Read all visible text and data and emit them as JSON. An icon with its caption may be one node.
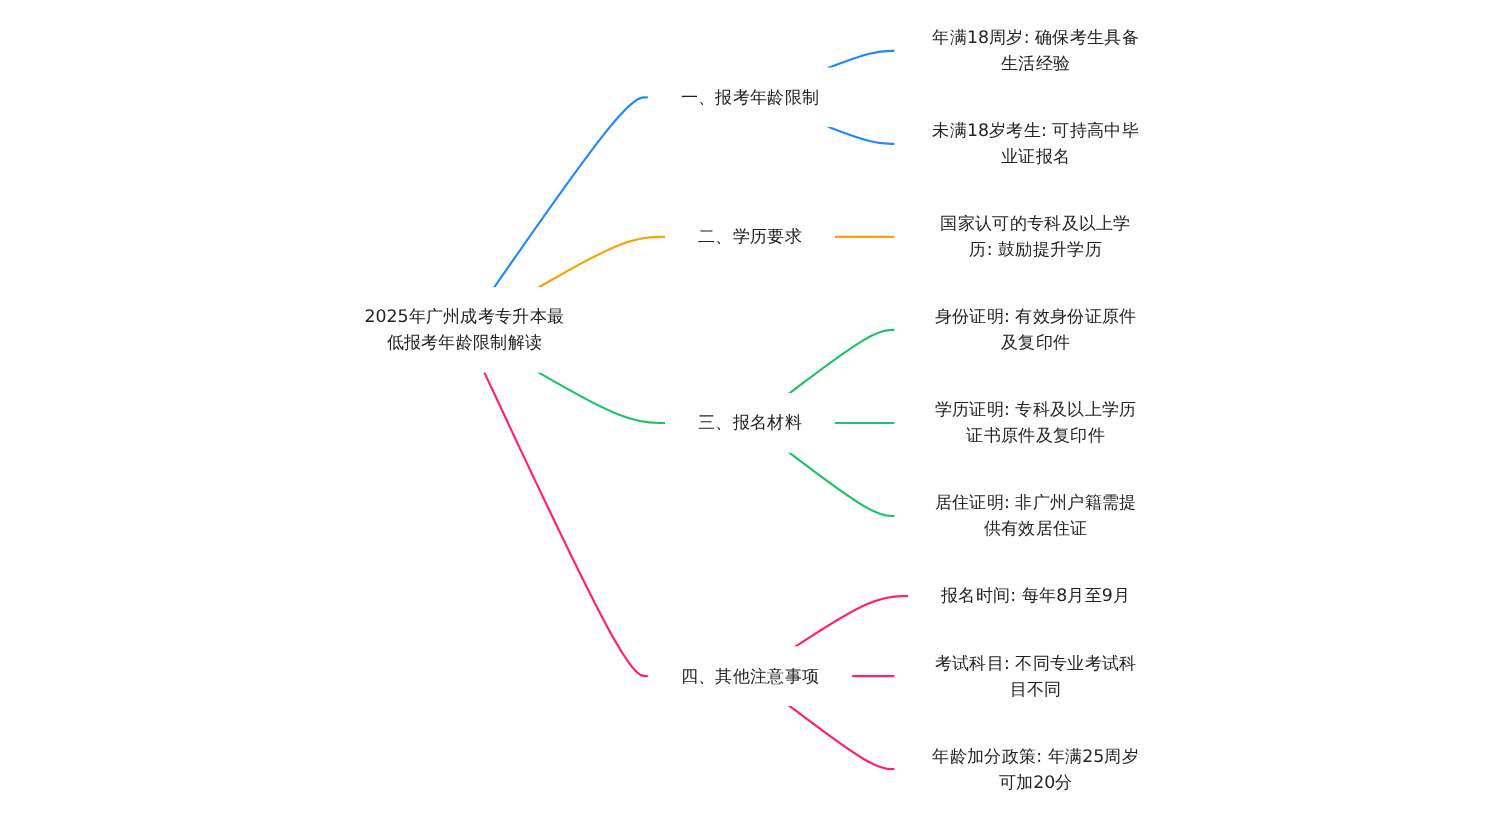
{
  "diagram": {
    "nodes": [
      {
        "text": [
          "2025年广州成考专升本最低报考年龄限制解读"
        ]
      },
      {
        "text": [
          "一、报考年龄限制"
        ]
      },
      {
        "text": [
          "年满18周岁: 确保考生具备生活经验"
        ]
      },
      {
        "text": [
          "未满18岁考生: 可持高中毕业证报名"
        ]
      },
      {
        "text": [
          "二、学历要求"
        ]
      },
      {
        "text": [
          "国家认可的专科及以上学历: 鼓励提升学历"
        ]
      },
      {
        "text": [
          "三、报名材料"
        ]
      },
      {
        "text": [
          "身份证明: 有效身份证原件及复印件"
        ]
      },
      {
        "text": [
          "学历证明: 专科及以上学历证书原件及复印件"
        ]
      },
      {
        "text": [
          "居住证明: 非广州户籍需提供有效居住证"
        ]
      },
      {
        "text": [
          "四、其他注意事项"
        ]
      },
      {
        "text": [
          "报名时间: 每年8月至9月"
        ]
      },
      {
        "text": [
          "考试科目: 不同专业考试科目不同"
        ]
      },
      {
        "text": [
          "年龄加分政策: 年满25周岁可加20分"
        ]
      }
    ],
    "edges": [
      {
        "from": 0,
        "to": 1,
        "arrow": "none",
        "color": "#1f88ff"
      },
      {
        "from": 1,
        "to": 2,
        "arrow": "none",
        "color": "#1f88ff"
      },
      {
        "from": 1,
        "to": 3,
        "arrow": "none",
        "color": "#1f88ff"
      },
      {
        "from": 0,
        "to": 4,
        "arrow": "none",
        "color": "#f5a50a"
      },
      {
        "from": 4,
        "to": 5,
        "arrow": "none",
        "color": "#f5a50a"
      },
      {
        "from": 0,
        "to": 6,
        "arrow": "none",
        "color": "#1dc36a"
      },
      {
        "from": 6,
        "to": 7,
        "arrow": "none",
        "color": "#1dc36a"
      },
      {
        "from": 6,
        "to": 8,
        "arrow": "none",
        "color": "#1dc36a"
      },
      {
        "from": 6,
        "to": 9,
        "arrow": "none",
        "color": "#1dc36a"
      },
      {
        "from": 0,
        "to": 10,
        "arrow": "none",
        "color": "#ff1f78"
      },
      {
        "from": 10,
        "to": 11,
        "arrow": "none",
        "color": "#ff1f78"
      },
      {
        "from": 10,
        "to": 12,
        "arrow": "none",
        "color": "#ff1f78"
      },
      {
        "from": 10,
        "to": 13,
        "arrow": "none",
        "color": "#ff1f78"
      }
    ]
  }
}
